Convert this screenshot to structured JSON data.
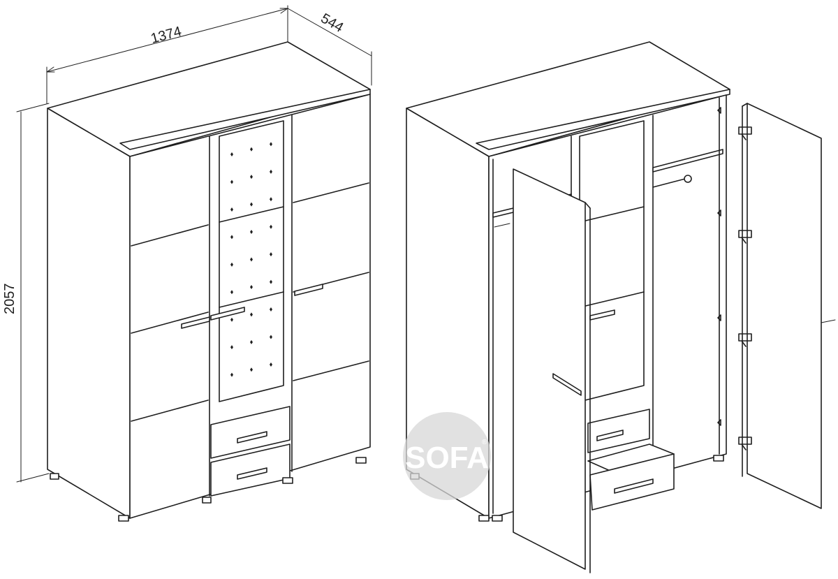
{
  "dimensions": {
    "width": "1374",
    "depth": "544",
    "height": "2057"
  },
  "logo": {
    "text": "SOFA",
    "mark": "®"
  },
  "views": {
    "left": "wardrobe-closed-view",
    "right": "wardrobe-open-view"
  }
}
